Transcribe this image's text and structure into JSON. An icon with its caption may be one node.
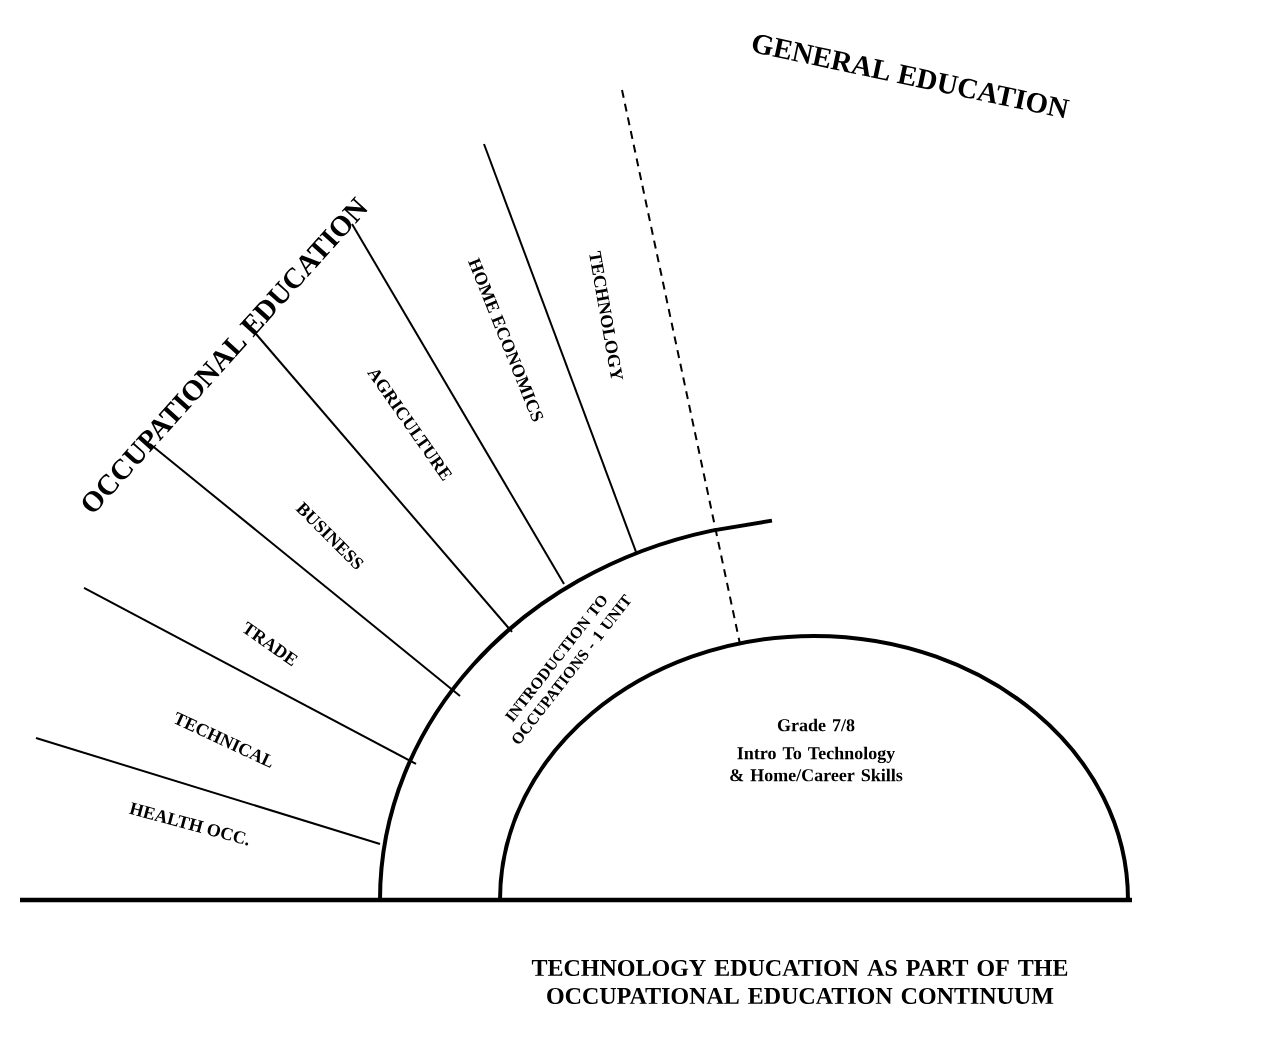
{
  "diagram": {
    "caption": "TECHNOLOGY EDUCATION AS PART OF THE OCCUPATIONAL EDUCATION CONTINUUM",
    "nodes": [
      {
        "text": [
          "INTRODUCTION TO OCCUPATIONS - 1 UNIT"
        ]
      },
      {
        "text": [
          "Grade 7/8",
          "Intro To Technology & Home/Career Skills"
        ]
      }
    ],
    "labels": [
      "GENERAL EDUCATION",
      "OCCUPATIONAL EDUCATION",
      "TECHNOLOGY",
      "HOME ECONOMICS",
      "AGRICULTURE",
      "BUSINESS",
      "TRADE",
      "TECHNICAL",
      "HEALTH OCC."
    ]
  }
}
